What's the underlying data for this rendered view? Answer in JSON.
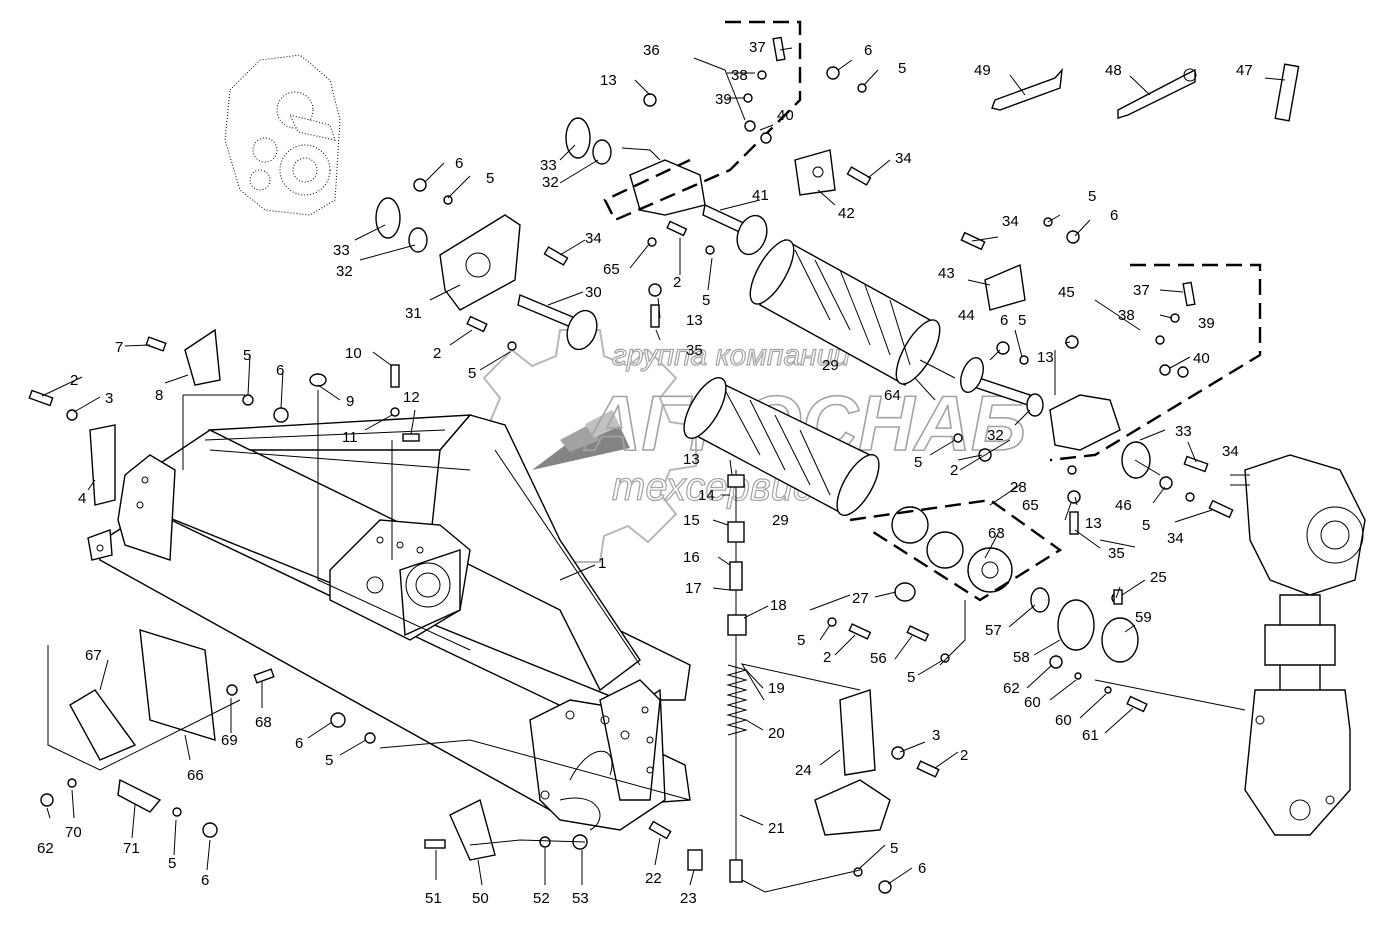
{
  "watermark": {
    "line1": "группа компаний",
    "line2": "АГРОСНАБ",
    "line3": "техсервис"
  },
  "callouts": [
    {
      "id": "1",
      "text": "1"
    },
    {
      "id": "2a",
      "text": "2"
    },
    {
      "id": "2b",
      "text": "2"
    },
    {
      "id": "2c",
      "text": "2"
    },
    {
      "id": "2d",
      "text": "2"
    },
    {
      "id": "2e",
      "text": "2"
    },
    {
      "id": "2f",
      "text": "2"
    },
    {
      "id": "3a",
      "text": "3"
    },
    {
      "id": "3b",
      "text": "3"
    },
    {
      "id": "4",
      "text": "4"
    },
    {
      "id": "5a",
      "text": "5"
    },
    {
      "id": "5b",
      "text": "5"
    },
    {
      "id": "5c",
      "text": "5"
    },
    {
      "id": "5d",
      "text": "5"
    },
    {
      "id": "5e",
      "text": "5"
    },
    {
      "id": "5f",
      "text": "5"
    },
    {
      "id": "5g",
      "text": "5"
    },
    {
      "id": "5h",
      "text": "5"
    },
    {
      "id": "5i",
      "text": "5"
    },
    {
      "id": "5j",
      "text": "5"
    },
    {
      "id": "5k",
      "text": "5"
    },
    {
      "id": "5l",
      "text": "5"
    },
    {
      "id": "5m",
      "text": "5"
    },
    {
      "id": "5n",
      "text": "5"
    },
    {
      "id": "6a",
      "text": "6"
    },
    {
      "id": "6b",
      "text": "6"
    },
    {
      "id": "6c",
      "text": "6"
    },
    {
      "id": "6d",
      "text": "6"
    },
    {
      "id": "6e",
      "text": "6"
    },
    {
      "id": "6f",
      "text": "6"
    },
    {
      "id": "6g",
      "text": "6"
    },
    {
      "id": "6h",
      "text": "6"
    },
    {
      "id": "7",
      "text": "7"
    },
    {
      "id": "8",
      "text": "8"
    },
    {
      "id": "9",
      "text": "9"
    },
    {
      "id": "10",
      "text": "10"
    },
    {
      "id": "11",
      "text": "11"
    },
    {
      "id": "12",
      "text": "12"
    },
    {
      "id": "13a",
      "text": "13"
    },
    {
      "id": "13b",
      "text": "13"
    },
    {
      "id": "13c",
      "text": "13"
    },
    {
      "id": "13d",
      "text": "13"
    },
    {
      "id": "13e",
      "text": "13"
    },
    {
      "id": "14",
      "text": "14"
    },
    {
      "id": "15",
      "text": "15"
    },
    {
      "id": "16",
      "text": "16"
    },
    {
      "id": "17",
      "text": "17"
    },
    {
      "id": "18",
      "text": "18"
    },
    {
      "id": "19",
      "text": "19"
    },
    {
      "id": "20",
      "text": "20"
    },
    {
      "id": "21",
      "text": "21"
    },
    {
      "id": "22",
      "text": "22"
    },
    {
      "id": "23",
      "text": "23"
    },
    {
      "id": "24",
      "text": "24"
    },
    {
      "id": "25",
      "text": "25"
    },
    {
      "id": "27",
      "text": "27"
    },
    {
      "id": "28",
      "text": "28"
    },
    {
      "id": "29a",
      "text": "29"
    },
    {
      "id": "29b",
      "text": "29"
    },
    {
      "id": "30",
      "text": "30"
    },
    {
      "id": "31",
      "text": "31"
    },
    {
      "id": "32a",
      "text": "32"
    },
    {
      "id": "32b",
      "text": "32"
    },
    {
      "id": "32c",
      "text": "32"
    },
    {
      "id": "33a",
      "text": "33"
    },
    {
      "id": "33b",
      "text": "33"
    },
    {
      "id": "33c",
      "text": "33"
    },
    {
      "id": "34a",
      "text": "34"
    },
    {
      "id": "34b",
      "text": "34"
    },
    {
      "id": "34c",
      "text": "34"
    },
    {
      "id": "34d",
      "text": "34"
    },
    {
      "id": "34e",
      "text": "34"
    },
    {
      "id": "35a",
      "text": "35"
    },
    {
      "id": "35b",
      "text": "35"
    },
    {
      "id": "36",
      "text": "36"
    },
    {
      "id": "37a",
      "text": "37"
    },
    {
      "id": "37b",
      "text": "37"
    },
    {
      "id": "38a",
      "text": "38"
    },
    {
      "id": "38b",
      "text": "38"
    },
    {
      "id": "39a",
      "text": "39"
    },
    {
      "id": "39b",
      "text": "39"
    },
    {
      "id": "40a",
      "text": "40"
    },
    {
      "id": "40b",
      "text": "40"
    },
    {
      "id": "41",
      "text": "41"
    },
    {
      "id": "42",
      "text": "42"
    },
    {
      "id": "43",
      "text": "43"
    },
    {
      "id": "44",
      "text": "44"
    },
    {
      "id": "45",
      "text": "45"
    },
    {
      "id": "46",
      "text": "46"
    },
    {
      "id": "47",
      "text": "47"
    },
    {
      "id": "48",
      "text": "48"
    },
    {
      "id": "49",
      "text": "49"
    },
    {
      "id": "50",
      "text": "50"
    },
    {
      "id": "51",
      "text": "51"
    },
    {
      "id": "52",
      "text": "52"
    },
    {
      "id": "53",
      "text": "53"
    },
    {
      "id": "56",
      "text": "56"
    },
    {
      "id": "57",
      "text": "57"
    },
    {
      "id": "58",
      "text": "58"
    },
    {
      "id": "59",
      "text": "59"
    },
    {
      "id": "60a",
      "text": "60"
    },
    {
      "id": "60b",
      "text": "60"
    },
    {
      "id": "61",
      "text": "61"
    },
    {
      "id": "62a",
      "text": "62"
    },
    {
      "id": "62b",
      "text": "62"
    },
    {
      "id": "63",
      "text": "63"
    },
    {
      "id": "64",
      "text": "64"
    },
    {
      "id": "65a",
      "text": "65"
    },
    {
      "id": "65b",
      "text": "65"
    },
    {
      "id": "66",
      "text": "66"
    },
    {
      "id": "67",
      "text": "67"
    },
    {
      "id": "68",
      "text": "68"
    },
    {
      "id": "69",
      "text": "69"
    },
    {
      "id": "70",
      "text": "70"
    },
    {
      "id": "71",
      "text": "71"
    }
  ]
}
